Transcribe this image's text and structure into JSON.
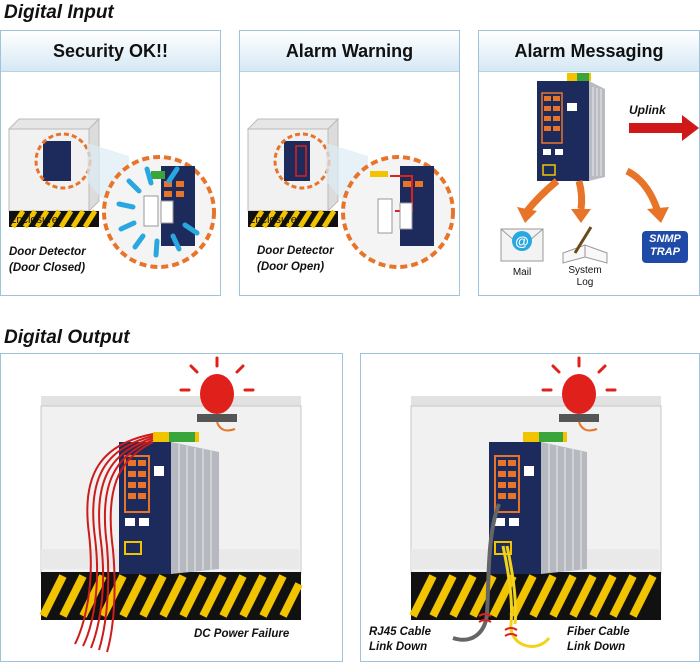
{
  "digital_input": {
    "title": "Digital Input",
    "panels": [
      {
        "title": "Security OK!!",
        "enclosure_label": "Enclosure",
        "caption_line1": "Door Detector",
        "caption_line2": "(Door Closed)"
      },
      {
        "title": "Alarm Warning",
        "enclosure_label": "Enclosure",
        "caption_line1": "Door Detector",
        "caption_line2": "(Door Open)"
      },
      {
        "title": "Alarm Messaging",
        "uplink_label": "Uplink",
        "mail_label": "Mail",
        "syslog_line1": "System",
        "syslog_line2": "Log",
        "snmp_line1": "SNMP",
        "snmp_line2": "TRAP"
      }
    ]
  },
  "digital_output": {
    "title": "Digital Output",
    "panels": [
      {
        "caption": "DC Power Failure"
      },
      {
        "rj45_line1": "RJ45 Cable",
        "rj45_line2": "Link Down",
        "fiber_line1": "Fiber Cable",
        "fiber_line2": "Link Down"
      }
    ]
  },
  "colors": {
    "panel_border": "#9fc3d8",
    "header_bg": "#d6e8f4",
    "alarm_red": "#e0201a",
    "accent_orange": "#e8742a",
    "switch_navy": "#1d2a5c"
  }
}
